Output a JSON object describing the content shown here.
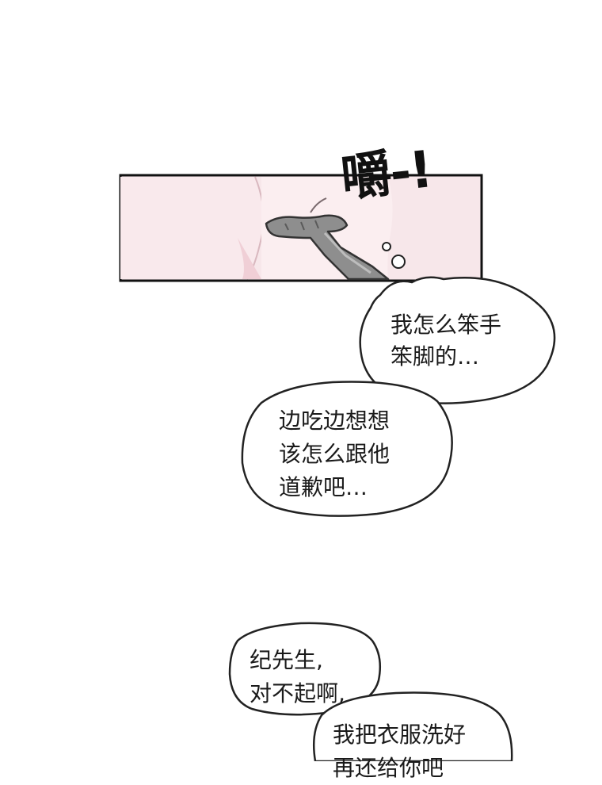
{
  "sound_effect": "嚼-!",
  "bubbles": [
    {
      "lines": [
        "我怎么笨手",
        "笨脚的…"
      ]
    },
    {
      "lines": [
        "边吃边想想",
        "该怎么跟他",
        "道歉吧…"
      ]
    },
    {
      "lines": [
        "纪先生,",
        "对不起啊,"
      ]
    },
    {
      "lines": [
        "我把衣服洗好",
        "再还给你吧"
      ]
    }
  ],
  "colors": {
    "panel_bg": "#f7e7ea",
    "panel_border": "#111111",
    "cheek_shadow": "#f0cfd6",
    "fork": "#8e8e8e",
    "bubble_fill": "#ffffff",
    "bubble_stroke": "#222222"
  }
}
